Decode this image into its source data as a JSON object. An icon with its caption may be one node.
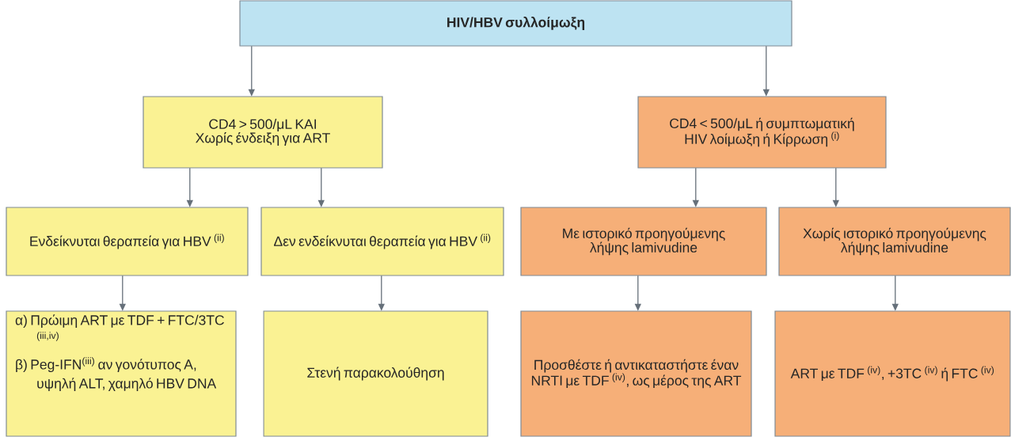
{
  "diagram": {
    "nodes": [
      {
        "text": [
          "HIV/HBV συλλοίμωξη"
        ]
      },
      {
        "text": [
          "CD4 > 500/μL ΚΑΙ Χωρίς ένδειξη για ART"
        ]
      },
      {
        "text": [
          "CD4 < 500/μL ή συμπτωματική HIV λοίμωξη ή Κίρρωση $^{(i)}$"
        ]
      },
      {
        "text": [
          "Ενδείκνυται θεραπεία για HBV $^{(ii)}$"
        ]
      },
      {
        "text": [
          "Δεν ενδείκνυται θεραπεία για HBV $^{(ii)}$"
        ]
      },
      {
        "text": [
          "Με ιστορικό προηγούμενης λήψης lamivudine"
        ]
      },
      {
        "text": [
          "Χωρίς ιστορικό προηγούμενης λήψης lamivudine"
        ]
      },
      {
        "text": [
          "α) Πρώιμη ART με TDF + FTC/3TC $^{(iii,iv)}$",
          "β) Peg-IFN$^{(iii)}$ αν γονότυπος A, υψηλή ALT, χαμηλό HBV DNA"
        ]
      },
      {
        "text": [
          "Στενή παρακολούθηση"
        ]
      },
      {
        "text": [
          "Προσθέστε ή αντικαταστήστε έναν NRTI με TDF $^{(iv)}$, ως μέρος της ART"
        ]
      },
      {
        "text": [
          "ART με TDF $^{(iv)}$, +3TC $^{(iv)}$ ή FTC $^{(iv)}$"
        ]
      }
    ],
    "edges": [
      {
        "from": 0,
        "to": 1,
        "arrow": "to"
      },
      {
        "from": 0,
        "to": 2,
        "arrow": "to"
      },
      {
        "from": 1,
        "to": 3,
        "arrow": "to"
      },
      {
        "from": 1,
        "to": 4,
        "arrow": "to"
      },
      {
        "from": 2,
        "to": 5,
        "arrow": "to"
      },
      {
        "from": 2,
        "to": 6,
        "arrow": "to"
      },
      {
        "from": 3,
        "to": 7,
        "arrow": "to"
      },
      {
        "from": 4,
        "to": 8,
        "arrow": "to"
      },
      {
        "from": 5,
        "to": 9,
        "arrow": "to"
      },
      {
        "from": 6,
        "to": 10,
        "arrow": "to"
      }
    ]
  }
}
